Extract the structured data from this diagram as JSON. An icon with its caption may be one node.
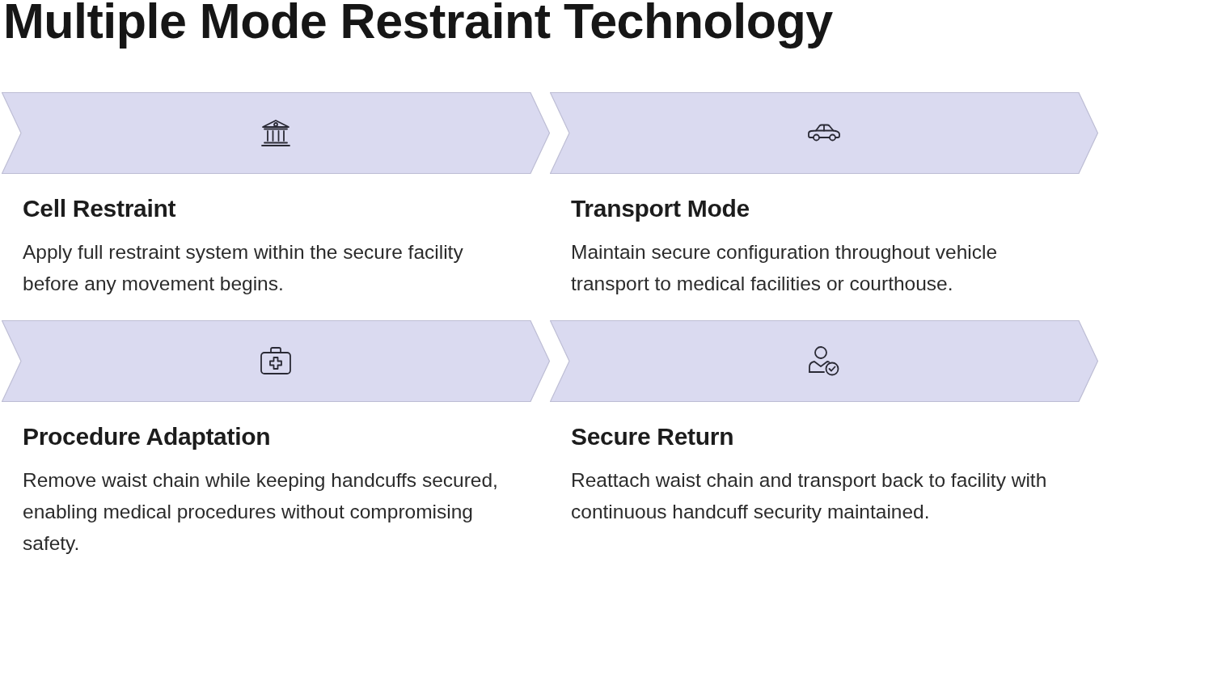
{
  "diagram": {
    "title": "Multiple Mode Restraint Technology",
    "nodes": [
      {
        "text": [
          "Cell Restraint",
          "Apply full restraint system within the secure facility before any movement begins."
        ]
      },
      {
        "text": [
          "Transport Mode",
          "Maintain secure configuration throughout vehicle transport to medical facilities or courthouse."
        ]
      },
      {
        "text": [
          "Procedure Adaptation",
          "Remove waist chain while keeping handcuffs secured, enabling medical procedures without compromising safety."
        ]
      },
      {
        "text": [
          "Secure Return",
          "Reattach waist chain and transport back to facility with continuous handcuff security maintained."
        ]
      }
    ]
  }
}
